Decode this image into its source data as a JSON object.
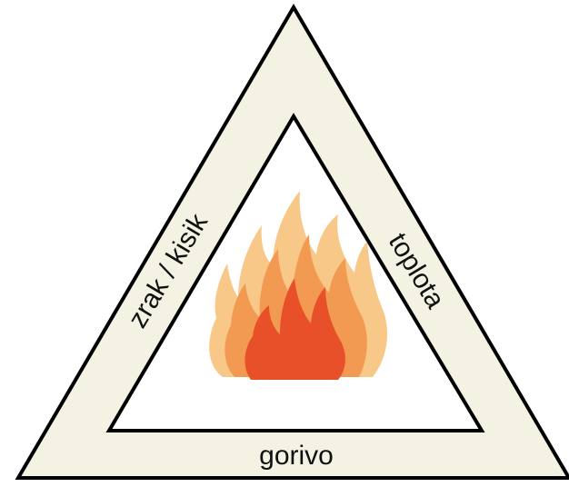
{
  "diagram": {
    "labels": {
      "left": "zrak / kisik",
      "right": "toplota",
      "bottom": "gorivo"
    },
    "colors": {
      "band": "#f4f2e3",
      "outline": "#000000",
      "inner_fill": "#ffffff",
      "flame_outer": "#f8c889",
      "flame_mid": "#f39a52",
      "flame_core": "#e8502a"
    }
  }
}
